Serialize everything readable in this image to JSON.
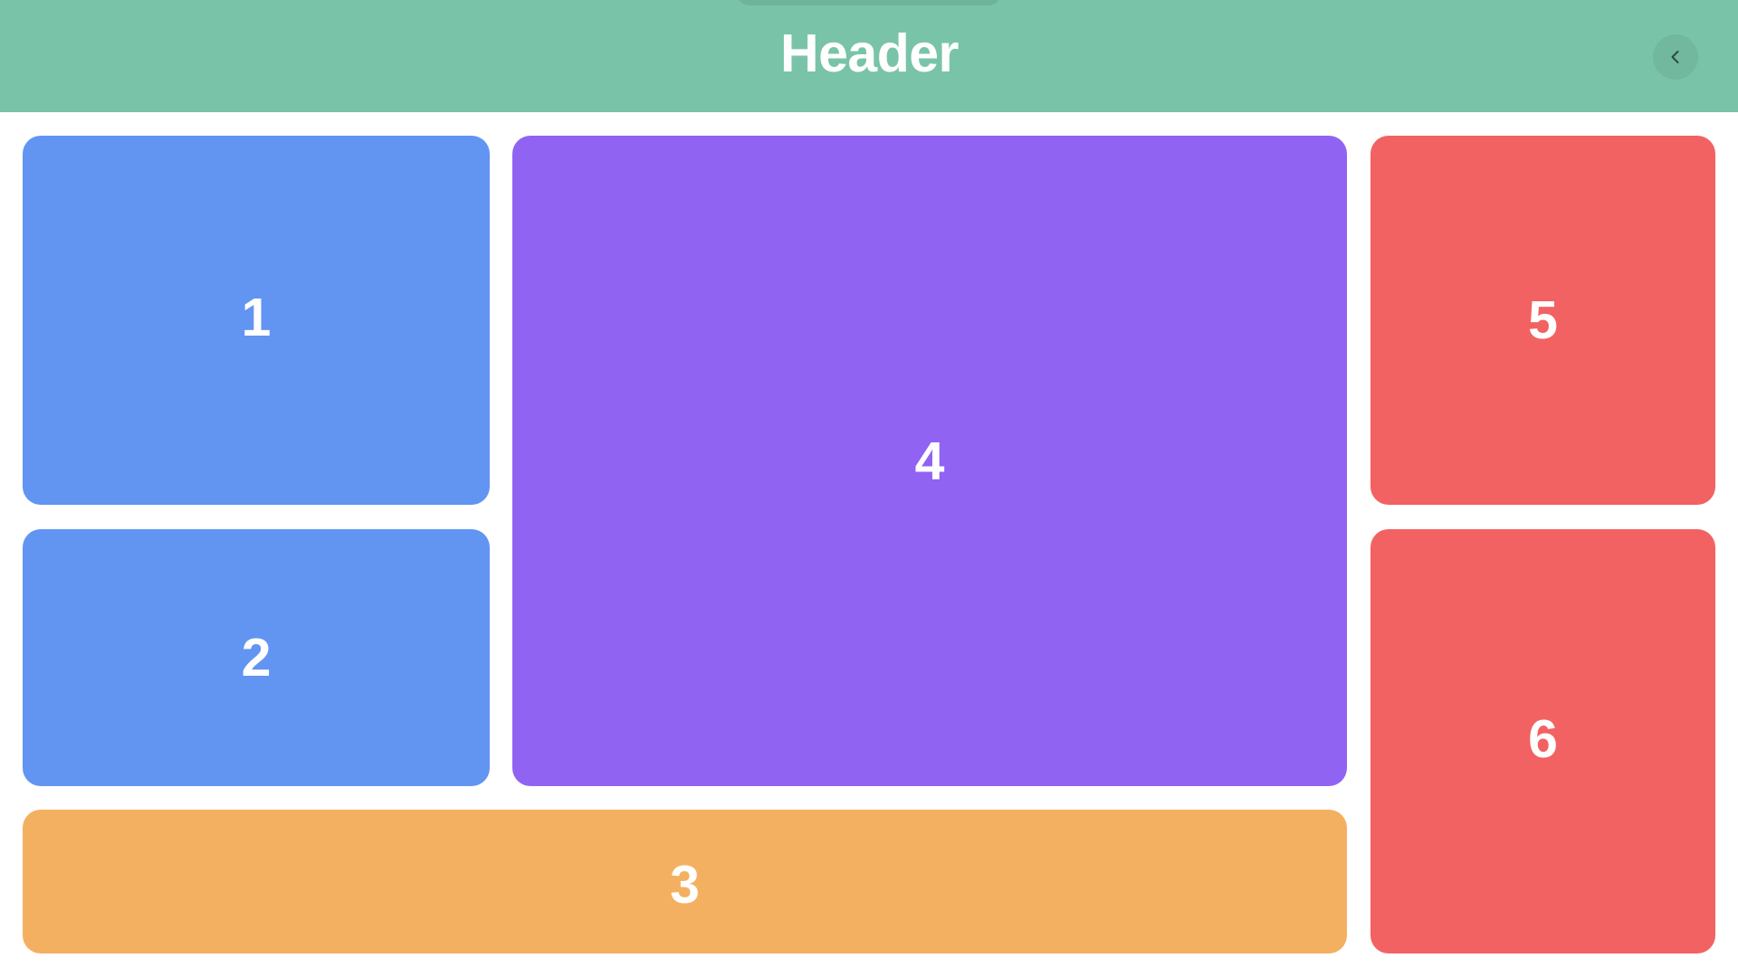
{
  "header": {
    "title": "Header",
    "collapse_button": {
      "icon": "chevron-left-icon"
    }
  },
  "colors": {
    "header": "#79C4A8",
    "blue": "#6294F2",
    "purple": "#9063F2",
    "orange": "#F4B061",
    "red": "#F26262",
    "text": "#FFFFFF",
    "icon": "#2B4A3F"
  },
  "tiles": [
    {
      "label": "1",
      "color": "#6294F2"
    },
    {
      "label": "2",
      "color": "#6294F2"
    },
    {
      "label": "3",
      "color": "#F4B061"
    },
    {
      "label": "4",
      "color": "#9063F2"
    },
    {
      "label": "5",
      "color": "#F26262"
    },
    {
      "label": "6",
      "color": "#F26262"
    }
  ]
}
